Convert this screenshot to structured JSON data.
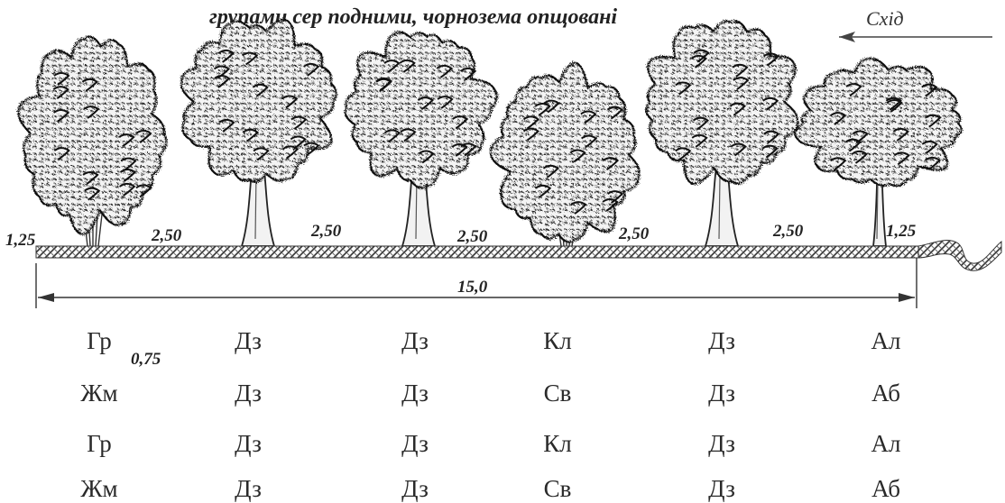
{
  "title": "групами сер подними, чорнозема опщовані",
  "direction": {
    "label": "Схід",
    "arrow": "left-arrow"
  },
  "colors": {
    "ink": "#222222",
    "ground": "#555555",
    "paper": "#ffffff"
  },
  "trees": [
    {
      "icon": "shrub-tree-icon",
      "kind": "shrub"
    },
    {
      "icon": "oak-tree-icon",
      "kind": "oak"
    },
    {
      "icon": "oak-tree-icon",
      "kind": "oak"
    },
    {
      "icon": "maple-shrub-icon",
      "kind": "shrub"
    },
    {
      "icon": "oak-tree-icon",
      "kind": "oak"
    },
    {
      "icon": "apricot-tree-icon",
      "kind": "small"
    }
  ],
  "spacing": {
    "edge_left": "1,25",
    "between": [
      "2,50",
      "2,50",
      "2,50",
      "2,50",
      "2,50"
    ],
    "edge_right": "1,25",
    "total": "15,0",
    "row_offset": "0,75"
  },
  "planting_rows": [
    [
      "Гр",
      "Дз",
      "Дз",
      "Кл",
      "Дз",
      "Ал"
    ],
    [
      "Жм",
      "Дз",
      "Дз",
      "Св",
      "Дз",
      "Аб"
    ],
    [
      "Гр",
      "Дз",
      "Дз",
      "Кл",
      "Дз",
      "Ал"
    ],
    [
      "Жм",
      "Дз",
      "Дз",
      "Св",
      "Дз",
      "Аб"
    ]
  ]
}
